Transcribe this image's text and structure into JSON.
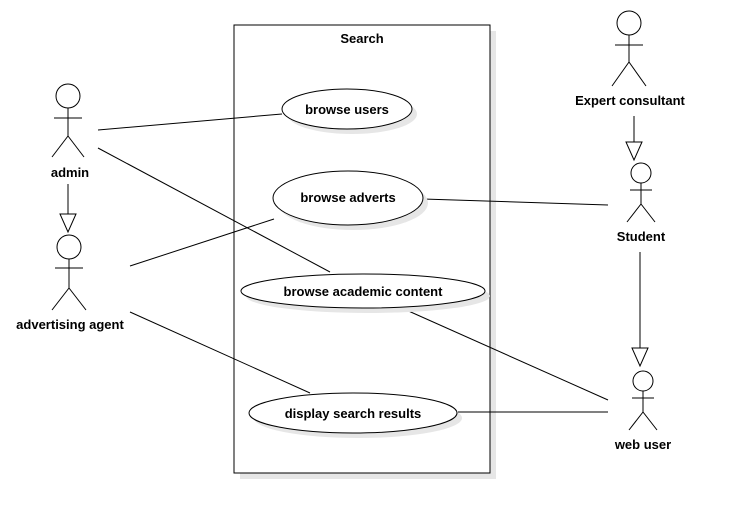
{
  "diagram": {
    "system_boundary": {
      "title": "Search"
    },
    "use_cases": {
      "browse_users": "browse users",
      "browse_adverts": "browse adverts",
      "browse_academic_content": "browse academic content",
      "display_search_results": "display search results"
    },
    "actors": {
      "admin": "admin",
      "advertising_agent": "advertising agent",
      "expert_consultant": "Expert consultant",
      "student": "Student",
      "web_user": "web user"
    }
  }
}
